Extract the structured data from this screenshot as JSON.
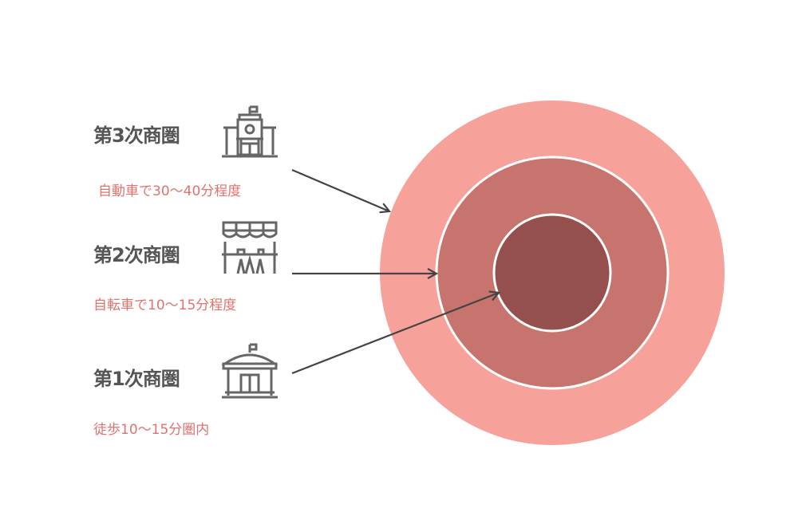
{
  "zones": [
    {
      "title": "第3次商圏",
      "description": "自動車で30〜40分程度",
      "icon": "building-with-flag-icon"
    },
    {
      "title": "第2次商圏",
      "description": "自転車で10〜15分程度",
      "icon": "storefront-awning-icon"
    },
    {
      "title": "第1次商圏",
      "description": "徒歩10〜15分圏内",
      "icon": "small-shop-icon"
    }
  ],
  "colors": {
    "outer": "#f7a19b",
    "middle": "#c7746e",
    "inner": "#954f4d",
    "title_text": "#555555",
    "desc_text": "#e0736d",
    "arrow": "#444444"
  }
}
